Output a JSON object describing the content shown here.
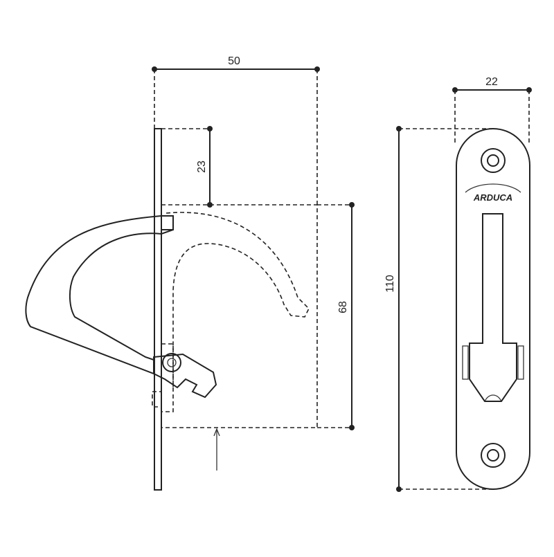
{
  "diagram": {
    "colors": {
      "ink": "#222222",
      "background": "#ffffff"
    },
    "dimensions": {
      "hook_width": "50",
      "hook_top_offset": "23",
      "backplate_height": "68",
      "plate_height": "110",
      "plate_width": "22"
    },
    "logo": "ARDUCA"
  }
}
